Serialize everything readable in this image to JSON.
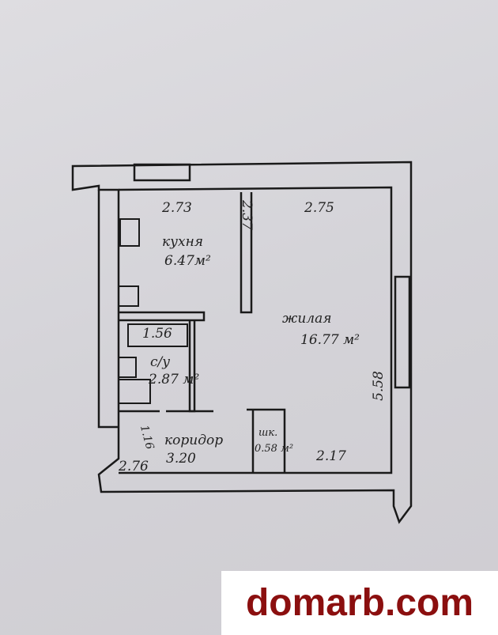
{
  "plan": {
    "kitchen": {
      "name": "кухня",
      "area": "6.47м²",
      "width": "2.73",
      "depth": "2.37"
    },
    "living": {
      "name": "жилая",
      "area": "16.77 м²",
      "width": "2.75",
      "length": "5.58",
      "bottom": "2.17"
    },
    "storage": {
      "area": "1.56"
    },
    "bathroom": {
      "name": "с/у",
      "area": "2.87 м²"
    },
    "corridor": {
      "name": "коридор",
      "area": "3.20",
      "width": "2.76",
      "side": "1.16"
    },
    "closet": {
      "name": "шк.",
      "area": "0.58 м²"
    }
  },
  "watermark": "domarb.com"
}
